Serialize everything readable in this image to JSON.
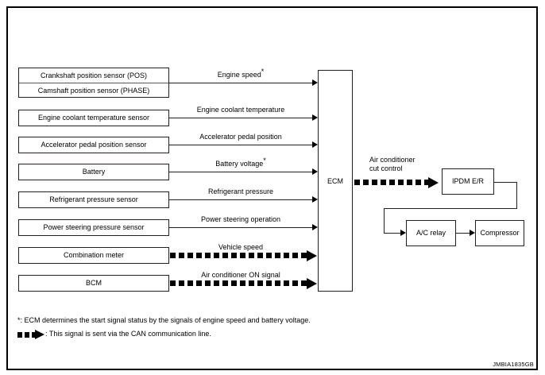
{
  "figure": {
    "code": "JMBIA1835GB"
  },
  "blocks": {
    "crankshaft": "Crankshaft position sensor (POS)",
    "camshaft": "Camshaft position sensor (PHASE)",
    "coolant": "Engine coolant temperature sensor",
    "accel_pedal": "Accelerator pedal position sensor",
    "battery": "Battery",
    "refrigerant": "Refrigerant pressure sensor",
    "power_steering": "Power steering pressure sensor",
    "combination_meter": "Combination meter",
    "bcm": "BCM",
    "ecm": "ECM",
    "ipdm": "IPDM E/R",
    "ac_relay": "A/C relay",
    "compressor": "Compressor"
  },
  "signals": {
    "engine_speed": "Engine speed",
    "engine_speed_star": "*",
    "coolant_temp": "Engine coolant temperature",
    "accel_pedal_position": "Accelerator pedal position",
    "battery_voltage": "Battery voltage",
    "battery_voltage_star": "*",
    "refrigerant_pressure": "Refrigerant pressure",
    "power_steering_operation": "Power steering operation",
    "vehicle_speed": "Vehicle speed",
    "ac_on_signal": "Air conditioner ON signal",
    "ac_cut_control_line1": "Air conditioner",
    "ac_cut_control_line2": "cut control"
  },
  "footnotes": {
    "asterisk": "*: ECM determines the start signal status by the signals of engine speed and battery voltage.",
    "can_legend": ": This signal is sent via the CAN communication line."
  },
  "colors": {
    "line": "#231f20",
    "frame": "#000000",
    "divider": "#58595b",
    "background": "#ffffff"
  }
}
